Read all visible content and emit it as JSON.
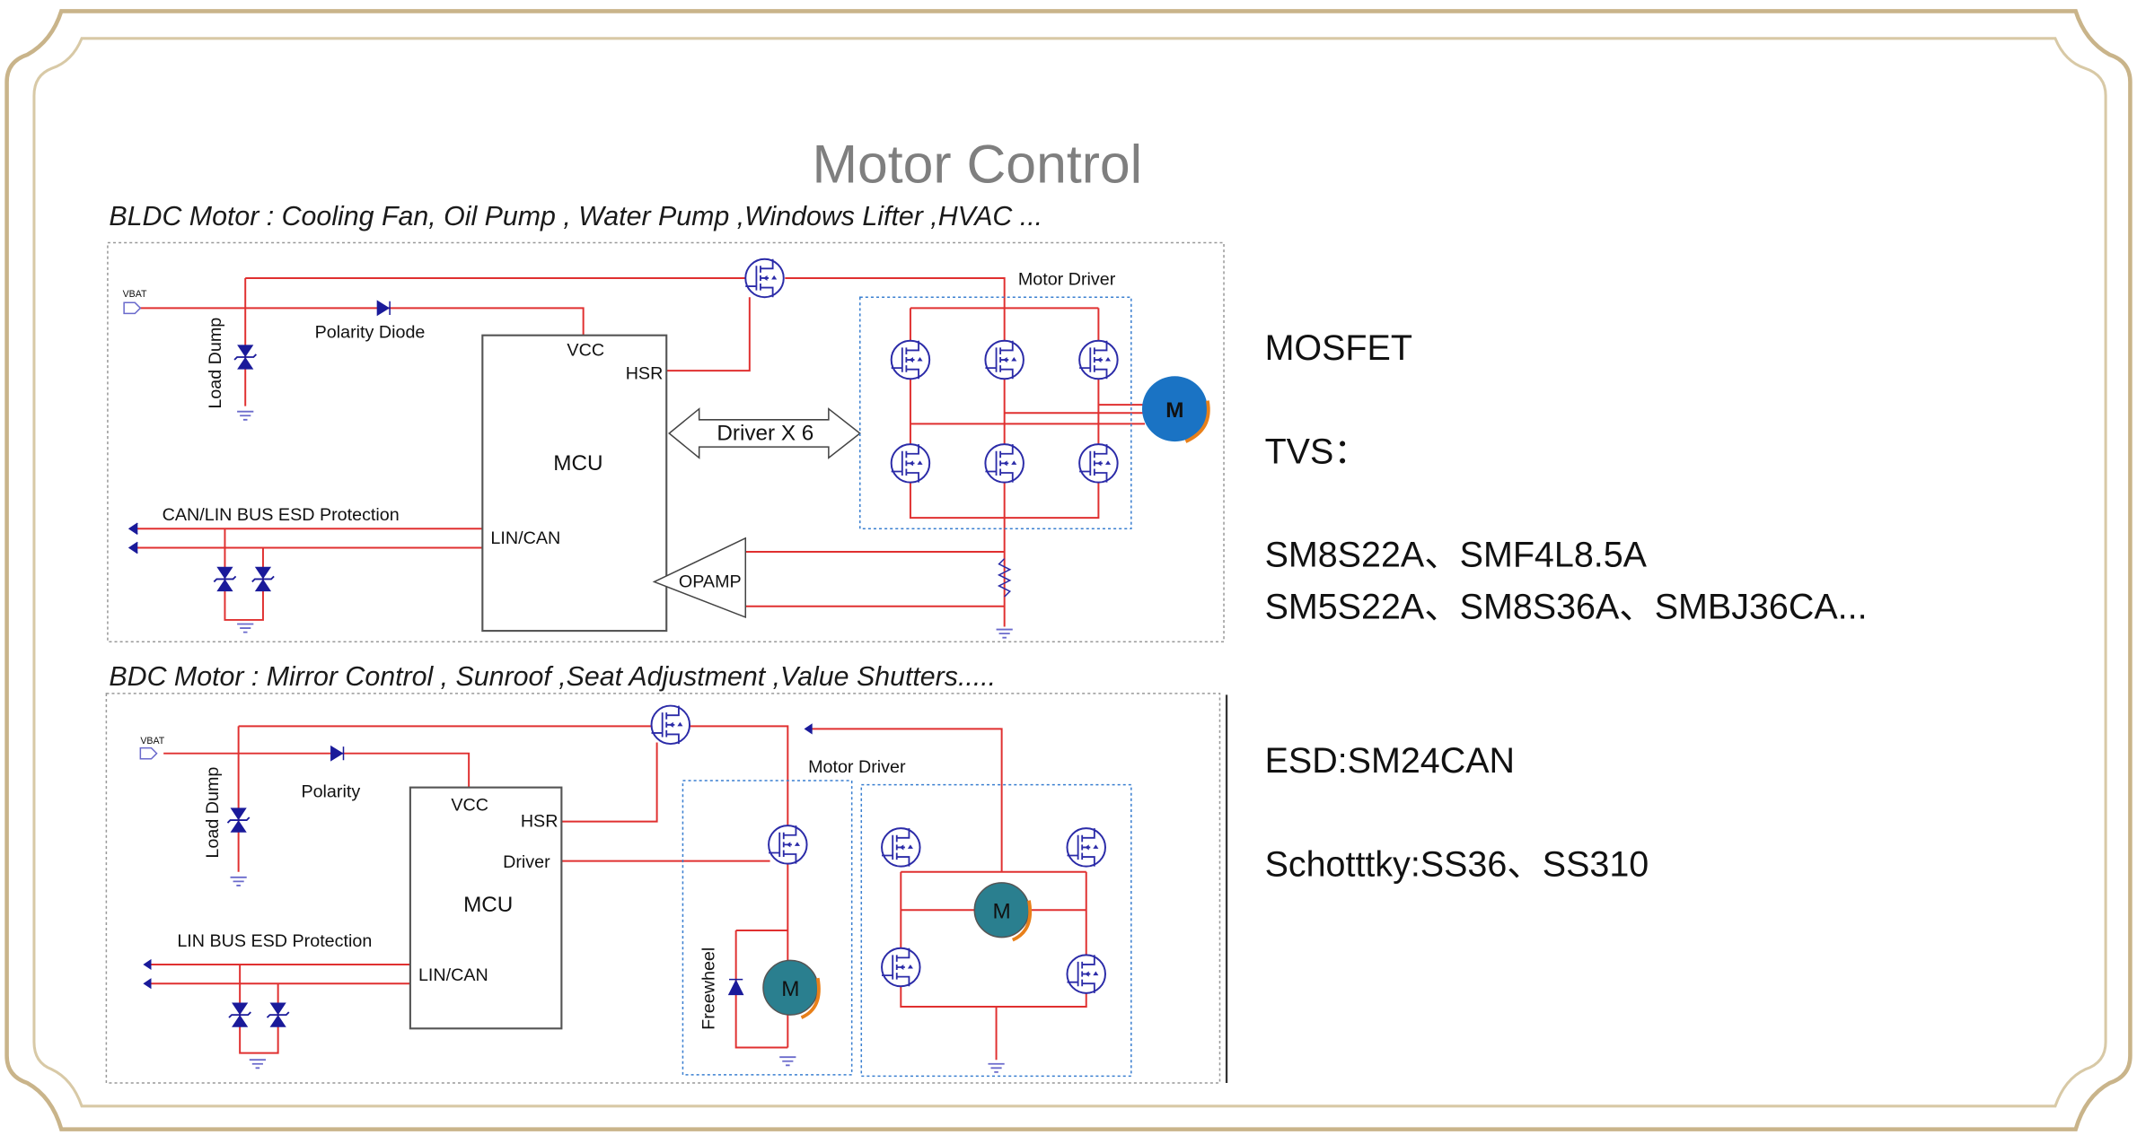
{
  "title": "Motor Control",
  "bldc": {
    "heading": "BLDC Motor :  Cooling Fan, Oil Pump , Water Pump ,Windows Lifter ,HVAC ...",
    "vbat": "VBAT",
    "load_dump": "Load Dump",
    "polarity": "Polarity Diode",
    "vcc": "VCC",
    "hsr": "HSR",
    "mcu": "MCU",
    "lin_can": "LIN/CAN",
    "driver_x6": "Driver X 6",
    "motor_driver": "Motor Driver",
    "motor": "M",
    "esd": "CAN/LIN BUS ESD Protection",
    "opamp": "OPAMP"
  },
  "bdc": {
    "heading": "BDC Motor :  Mirror Control , Sunroof ,Seat Adjustment ,Value Shutters.....",
    "vbat": "VBAT",
    "load_dump": "Load Dump",
    "polarity": "Polarity",
    "vcc": "VCC",
    "hsr": "HSR",
    "driver": "Driver",
    "mcu": "MCU",
    "lin_can": "LIN/CAN",
    "motor_driver": "Motor Driver",
    "freewheel": "Freewheel",
    "motor": "M",
    "esd": "LIN BUS ESD Protection"
  },
  "parts": {
    "mosfet": "MOSFET",
    "tvs": "TVS：",
    "tvs_line1": "SM8S22A、SMF4L8.5A",
    "tvs_line2": "SM5S22A、SM8S36A、SMBJ36CA...",
    "esd": "ESD:SM24CAN",
    "schottky": "Schotttky:SS36、SS310"
  },
  "colors": {
    "frame": "#c9b48a",
    "wire": "#e03030",
    "component": "#2b2ba8",
    "bldc_motor": "#1a73c4",
    "bdc_motor": "#2a7f8f",
    "rotation": "#e8801a"
  }
}
